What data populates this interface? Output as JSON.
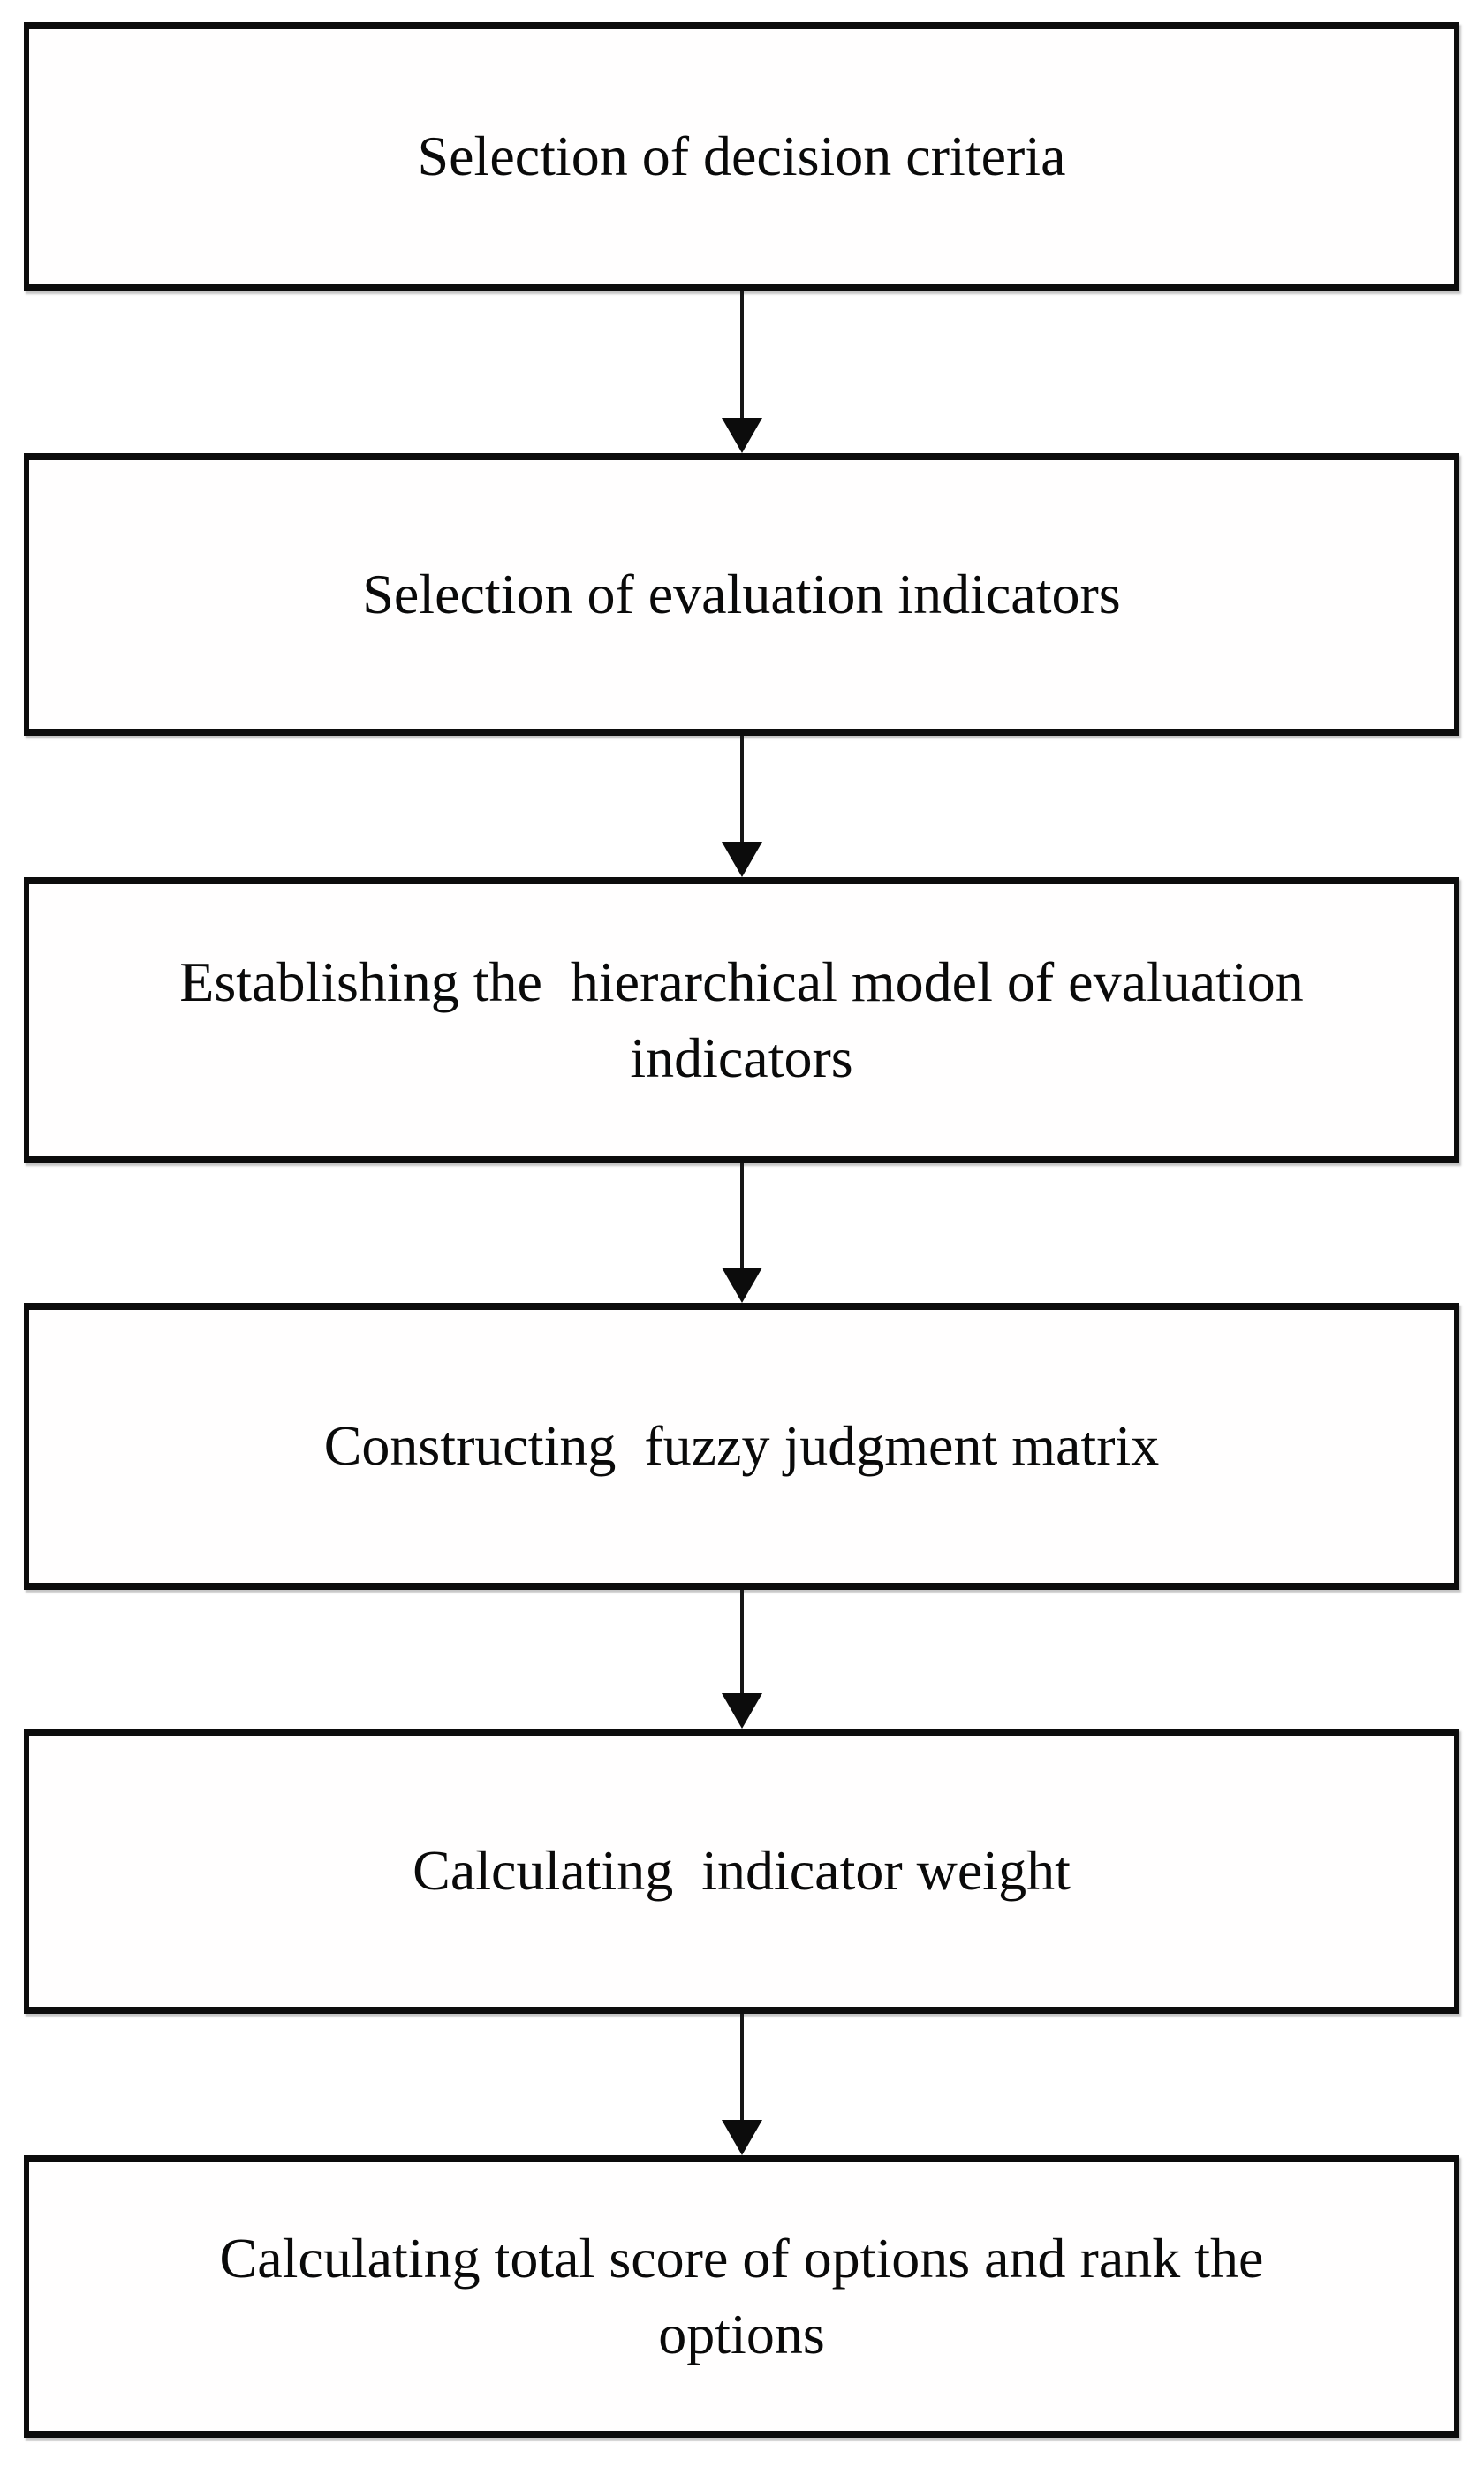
{
  "figure": {
    "type": "flowchart",
    "direction": "top-down",
    "background_color": "#ffffff",
    "box_border_color": "#0c0c0c",
    "text_color": "#0a0a0a",
    "arrow_color": "#161616",
    "steps": [
      {
        "label": "Selection of decision criteria"
      },
      {
        "label": "Selection of evaluation indicators"
      },
      {
        "label": "Establishing the  hierarchical model of evaluation\nindicators"
      },
      {
        "label": "Constructing  fuzzy judgment matrix"
      },
      {
        "label": "Calculating  indicator weight"
      },
      {
        "label": "Calculating total score of options and rank the\noptions"
      }
    ]
  }
}
